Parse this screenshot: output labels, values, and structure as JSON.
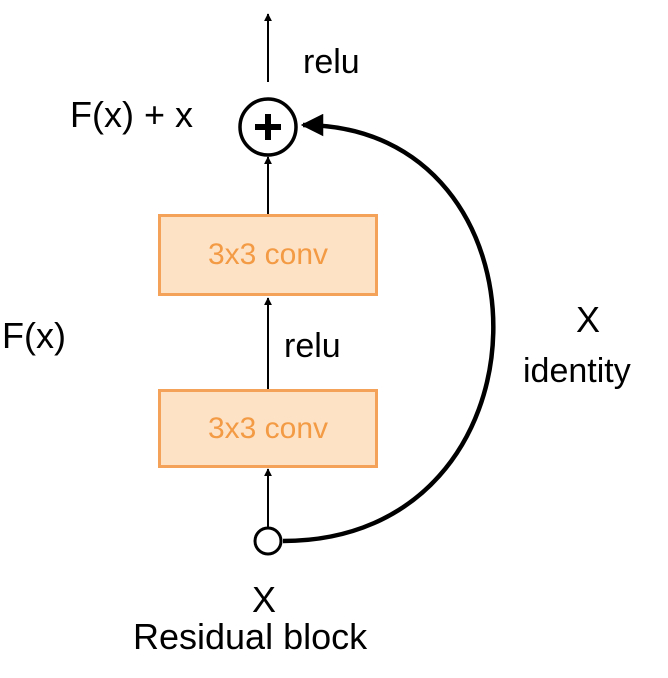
{
  "labels": {
    "relu_top": "relu",
    "sum": "F(x) + x",
    "fx": "F(x)",
    "relu_mid": "relu",
    "x_identity": "X",
    "identity": "identity",
    "x_input": "X",
    "caption": "Residual block"
  },
  "blocks": [
    {
      "label": "3x3 conv"
    },
    {
      "label": "3x3 conv"
    }
  ],
  "colors": {
    "block_fill": "#fde2c6",
    "block_border": "#f4a15a",
    "block_text": "#f39a44",
    "line": "#000000"
  },
  "icons": {
    "sum": "plus-in-circle",
    "input": "hollow-circle"
  }
}
